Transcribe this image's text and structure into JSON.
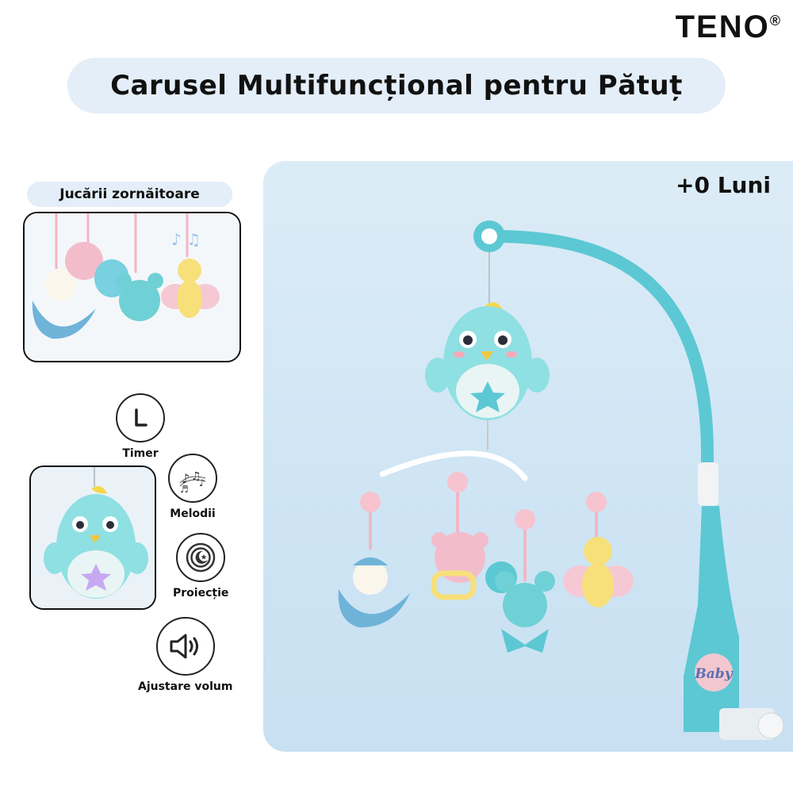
{
  "brand": {
    "name": "TENO",
    "mark": "®"
  },
  "header": {
    "title": "Carusel Multifuncțional pentru Pătuț"
  },
  "hero": {
    "age_badge": "+0 Luni",
    "stand_label": "Baby"
  },
  "rattles": {
    "label": "Jucării zornăitoare"
  },
  "features": [
    {
      "label": "Timer",
      "icon": "clock-icon"
    },
    {
      "label": "Melodii",
      "icon": "music-notes-icon"
    },
    {
      "label": "Proiecție",
      "icon": "moon-projection-icon"
    },
    {
      "label": "Ajustare volum",
      "icon": "speaker-icon"
    }
  ],
  "colors": {
    "accent": "#5cc8d4",
    "pill_bg": "#e3eef8",
    "panel_bg": "#d4e8f5",
    "toy_pink": "#f2b6c4",
    "toy_yellow": "#f7e07a"
  }
}
